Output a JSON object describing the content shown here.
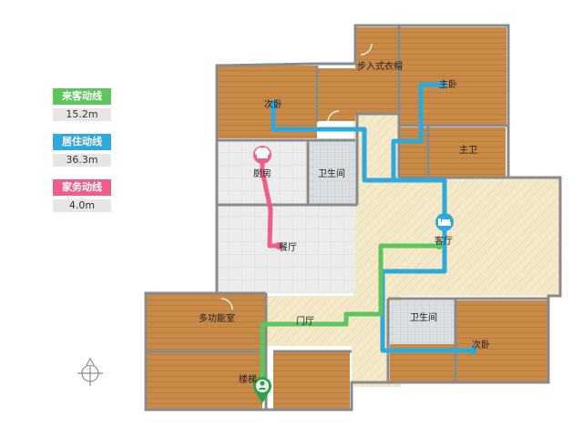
{
  "legend": [
    {
      "title": "来客动线",
      "value": "15.2m",
      "color": "#5cc55e"
    },
    {
      "title": "居住动线",
      "value": "36.3m",
      "color": "#2fa8dc"
    },
    {
      "title": "家务动线",
      "value": "4.0m",
      "color": "#ee5e88"
    }
  ],
  "rooms": {
    "walkin": "步入式衣帽",
    "master_bed": "主卧",
    "second_bed_top": "次卧",
    "master_bath": "主卫",
    "kitchen": "厨房",
    "bath_top": "卫生间",
    "living": "客厅",
    "dining": "餐厅",
    "multi": "多功能室",
    "foyer": "门厅",
    "bath_bottom": "卫生间",
    "second_bed_bottom": "次卧",
    "stairs": "楼梯"
  },
  "colors": {
    "wood": "#c98a48",
    "tile_light": "#ececec",
    "tile_wet": "#d8dde0",
    "beige": "#f3e9c8",
    "wall": "#8a8a8a",
    "guest_path": "#5cc55e",
    "living_path": "#2fa8dc",
    "chore_path": "#ee5e88"
  },
  "icons": [
    "kitchen-hat-icon",
    "bed-icon",
    "person-marker-icon",
    "compass-icon"
  ]
}
